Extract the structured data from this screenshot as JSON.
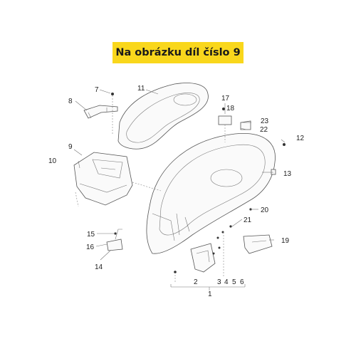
{
  "banner": {
    "text": "Na obrázku díl číslo 9",
    "color": "#f9d71c"
  },
  "callouts": [
    "1",
    "2",
    "3",
    "4",
    "5",
    "6",
    "7",
    "8",
    "9",
    "10",
    "11",
    "12",
    "13",
    "14",
    "15",
    "16",
    "17",
    "18",
    "19",
    "20",
    "21",
    "22",
    "23"
  ]
}
